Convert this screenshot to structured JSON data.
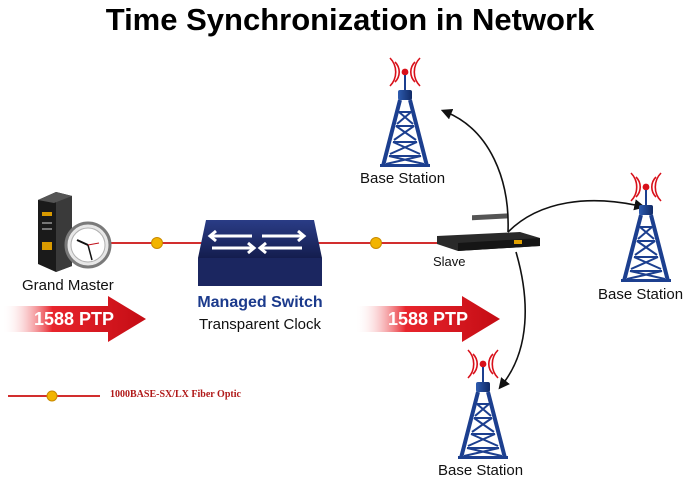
{
  "title": "Time Synchronization in Network",
  "nodes": {
    "grand_master": "Grand Master",
    "switch_name": "Managed Switch",
    "switch_role": "Transparent Clock",
    "slave": "Slave",
    "base_top": "Base Station",
    "base_right": "Base Station",
    "base_bottom": "Base Station"
  },
  "ptp": {
    "left": "1588 PTP",
    "right": "1588 PTP"
  },
  "legend": {
    "label": "1000BASE-SX/LX Fiber Optic"
  },
  "colors": {
    "fiber": "#cc1010",
    "connector": "#f2b400",
    "arrow": "#d8101a",
    "tower": "#1c3f8f",
    "switch_body": "#1c2a66",
    "title": "#000000"
  },
  "icons": [
    "server-icon",
    "clock-icon",
    "switch-icon",
    "slave-switch-icon",
    "tower-icon",
    "arrow-icon"
  ]
}
